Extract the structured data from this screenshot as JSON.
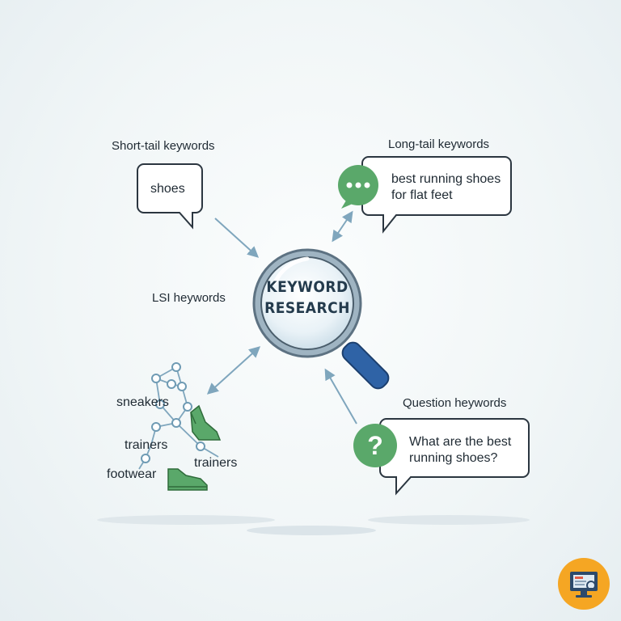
{
  "center": {
    "title_line1": "KEYWORD",
    "title_line2": "RESEARCH"
  },
  "short_tail": {
    "label": "Short-tail keywords",
    "example": "shoes"
  },
  "long_tail": {
    "label": "Long-tail keywords",
    "example_line1": "best running shoes",
    "example_line2": "for flat feet"
  },
  "lsi": {
    "label": "LSI heywords",
    "words": [
      "sneakers",
      "trainers",
      "trainers",
      "footwear"
    ]
  },
  "question": {
    "label": "Question heywords",
    "example_line1": "What are the best",
    "example_line2": "running shoes?",
    "icon_symbol": "?"
  },
  "colors": {
    "accent_green": "#5aa86a",
    "arrow_blue": "#7fa6bd",
    "magnifier_handle": "#2f63a6",
    "badge_orange": "#f5a623"
  },
  "icons": [
    "chat-dots-icon",
    "question-icon",
    "magnifier-icon",
    "sneaker-icon",
    "network-graph-icon",
    "monitor-logo-icon"
  ]
}
